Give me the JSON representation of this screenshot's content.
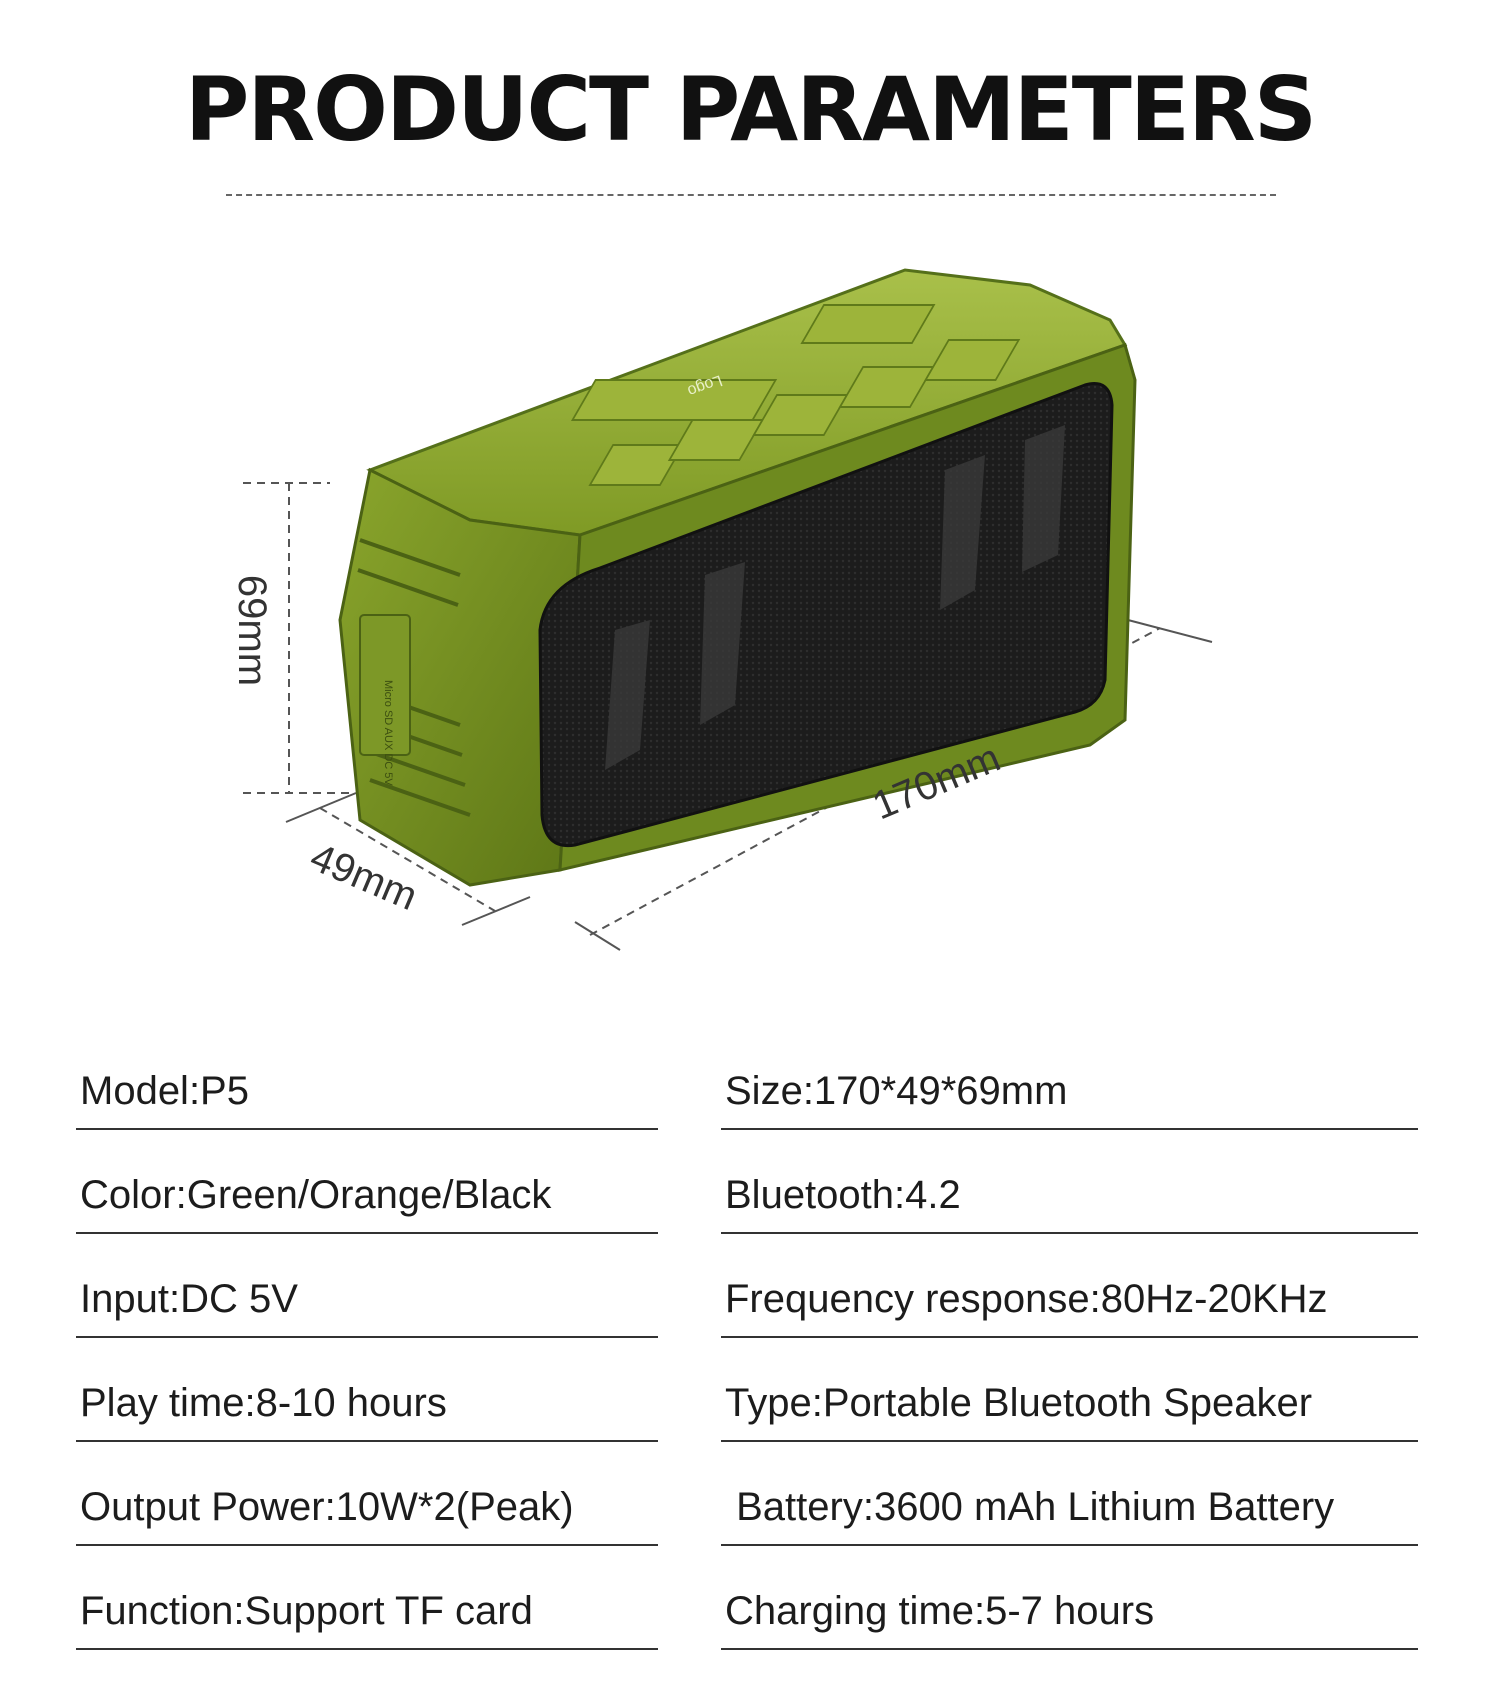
{
  "header": {
    "title": "PRODUCT PARAMETERS"
  },
  "product": {
    "logo_text": "Logo",
    "side_port_label": "Micro SD AUX DC 5V",
    "dimension_height": "69mm",
    "dimension_depth": "49mm",
    "dimension_width": "170mm",
    "body_color": "#6f8a1e",
    "grille_color": "#1d1d1d"
  },
  "specs": {
    "left": [
      "Model:P5",
      "Color:Green/Orange/Black",
      "Input:DC 5V",
      "Play time:8-10 hours",
      "Output Power:10W*2(Peak)",
      "Function:Support TF card"
    ],
    "right": [
      "Size:170*49*69mm",
      "Bluetooth:4.2",
      "Frequency response:80Hz-20KHz",
      "Type:Portable Bluetooth Speaker",
      " Battery:3600 mAh Lithium Battery",
      "Charging time:5-7 hours"
    ]
  }
}
